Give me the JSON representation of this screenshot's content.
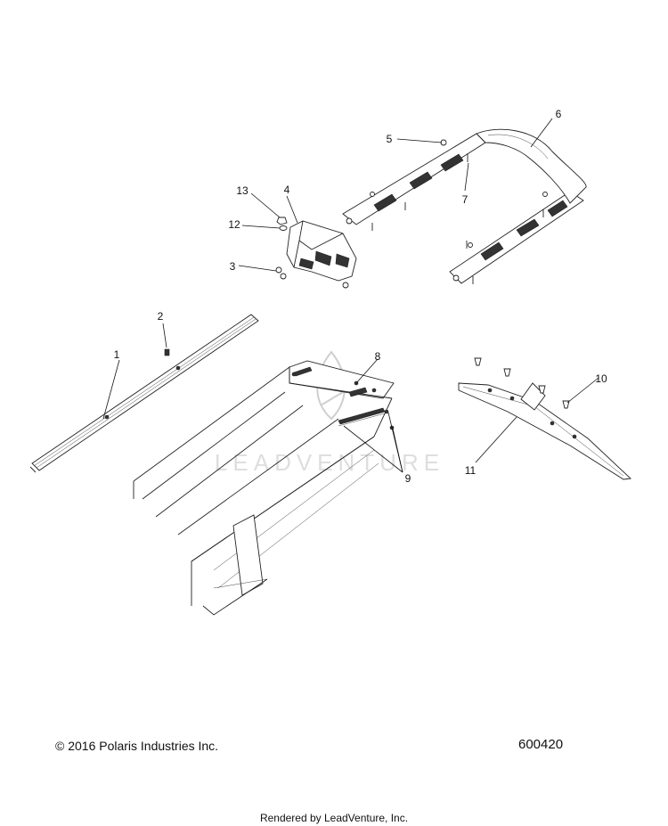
{
  "callouts": [
    {
      "id": "1",
      "label": "1"
    },
    {
      "id": "2",
      "label": "2"
    },
    {
      "id": "3",
      "label": "3"
    },
    {
      "id": "4",
      "label": "4"
    },
    {
      "id": "5",
      "label": "5"
    },
    {
      "id": "6",
      "label": "6"
    },
    {
      "id": "7",
      "label": "7"
    },
    {
      "id": "8",
      "label": "8"
    },
    {
      "id": "9",
      "label": "9"
    },
    {
      "id": "10",
      "label": "10"
    },
    {
      "id": "11",
      "label": "11"
    },
    {
      "id": "12",
      "label": "12"
    },
    {
      "id": "13",
      "label": "13"
    }
  ],
  "watermark": "LEADVENTURE",
  "copyright": "© 2016 Polaris Industries Inc.",
  "diagram_number": "600420",
  "footer": "Rendered by LeadVenture, Inc."
}
